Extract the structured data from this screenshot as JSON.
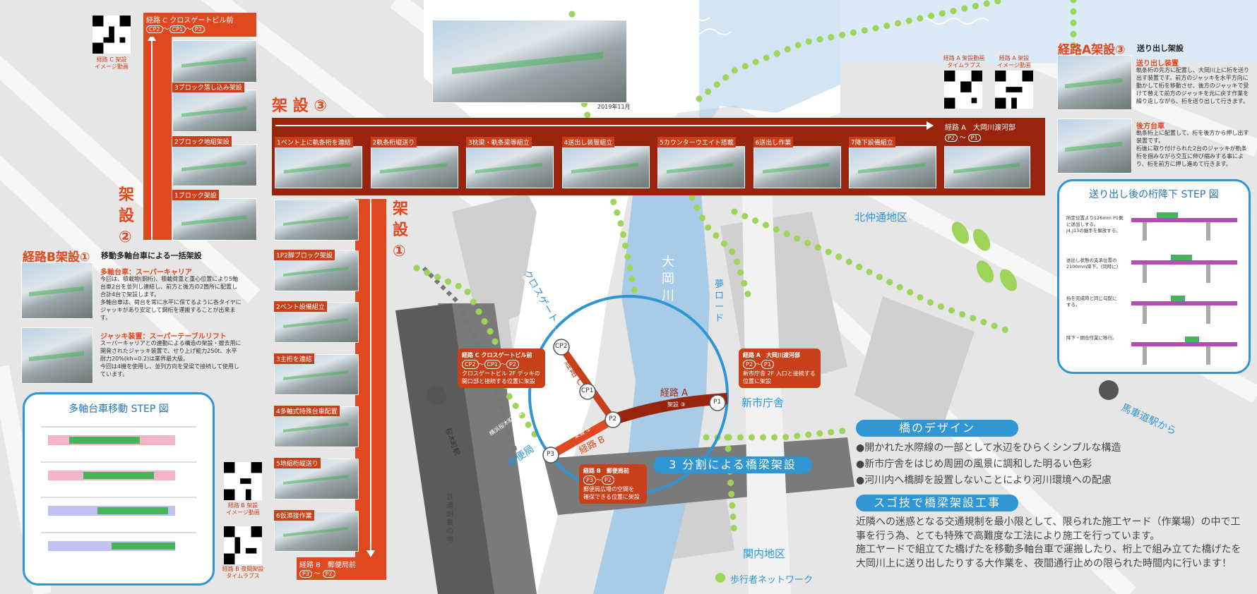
{
  "colors": {
    "river": "#a8cbe8",
    "accent_orange": "#e0481f",
    "accent_dark_red": "#98240d",
    "blue": "#2f95d3",
    "green": "#9fd45a"
  },
  "top_photo": {
    "date": "2019年11月"
  },
  "kasetsu3": {
    "title": "架 設 ③",
    "steps": [
      "1ベント上に軌条桁を連結",
      "2軌条桁縦送り",
      "3枕梁・軌条梁等組立",
      "4送出し装置組立",
      "5カウンターウエイト搭載",
      "6送出し作業",
      "7降下設備組立"
    ],
    "end_label": "経路 A　大岡川渡河部",
    "end_points": [
      "P2",
      "P1"
    ]
  },
  "kasetsu2": {
    "title": "架 設 ②",
    "route_label": "経路 C クロスゲートビル前",
    "route_points": [
      "CP2",
      "CP1",
      "P2"
    ],
    "steps": [
      "3ブロック落し込み架設",
      "2ブロック地組架設",
      "1ブロック架設"
    ],
    "qr_caption": "経路 C 架設\nイメージ動画"
  },
  "kasetsu1": {
    "title": "架 設 ①",
    "steps": [
      "1P2脚ブロック架設",
      "2ベント設備組立",
      "3主桁を連結",
      "4多軸式特殊台車配置",
      "5地組桁縦送り",
      "6仮添接作業"
    ],
    "end_label": "経路 B　郵便局前",
    "end_points": [
      "P3",
      "P2"
    ],
    "qr_caption_1": "経路 B 架設\nイメージ動画",
    "qr_caption_2": "経路 B 夜間架設\nタイムラプス"
  },
  "routeB": {
    "title": "経路B架設①",
    "subtitle": "移動多軸台車による一括架設",
    "item1_title": "多軸台車：スーパーキャリア",
    "item1_text": "今回は、積載物(鋼桁)、積載荷重と重心位置により5軸台車2台を並列し連結し、前方と後方の2箇所に配置し合計4台で架設します。\n多軸台車は、荷台を常に水平に保てるように各タイヤにジャッキがあり安定して鋼桁を運搬することが出来ます。",
    "item2_title": "ジャッキ装置：スーパーテーブルリフト",
    "item2_text": "スーパーキャリアとの連動による構造の架設・撤去用に開発されたジャッキ装置で、せり上げ能力250t、水平耐力20%(kh=0.2)は業界最大級。\n今回は4機を使用し、並列方向を受梁で接続して使用しています。",
    "step_box_title": "多軸台車移動 STEP 図"
  },
  "routeA": {
    "title": "経路A架設③",
    "subtitle": "送り出し架設",
    "qr1_caption": "経路 A 架設動画\nタイムラプス",
    "qr2_caption": "経路 A 架設\nイメージ動画",
    "dev1_title": "送り出し装置",
    "dev1_text": "軌条桁の先方に配置し、大岡川上に桁を送り出す装置です。前方のジャッキを水平方向に動かして桁を移動させ、後方のジャッキで受けて替えて前方のジャッキを元に戻す作業を繰り返しながら、桁を送り出して行きます。",
    "dev2_title": "後方台車",
    "dev2_text": "軌条桁上に配置して、桁を後方から押し出す装置です。\n桁後に取り付けられた2台のジャッキが軌条桁を掴みながら交互に伸び縮みする事により、桁を前方に押し進めて行きます。",
    "step_box_title": "送り出し後の桁降下 STEP 図",
    "step_notes": [
      "所定位置より126mm P1側に送出しする。\nJ4,J13の継手を解放する。",
      "送出し状態の支承位置の\n2100mm降下。(同時に)",
      "桁を完成時と同じ勾配に\nする。",
      "降下・閉合作業に移行。"
    ]
  },
  "map_labels": {
    "kita": "北仲通地区",
    "kannai": "関内地区",
    "river": "大岡川",
    "yume": "夢ロード",
    "shinshi": "新市庁舎",
    "yubin": "郵便局",
    "crossgate": "クロスゲート",
    "sakuragi_sta": "桜木町駅",
    "bashamichi": "馬車道駅から",
    "rail": "鉄道創業の地",
    "hotel": "横浜桜木町ワシントンホテル",
    "bashamichi_route": "横浜桜木町郵便局",
    "routeA": "経路 A",
    "routeB": "経路 B",
    "routeC": "経路 C",
    "kasetsu3": "架設 ③",
    "kasetsu1": "架設 ①",
    "kasetsu2": "架設 ②",
    "center": "3 分割による橋梁架設",
    "points": [
      "CP2",
      "CP1",
      "P2",
      "P3",
      "P1"
    ],
    "walk": "歩行者ネットワーク"
  },
  "callouts": {
    "c": {
      "title": "経路 C クロスゲートビル前",
      "points": [
        "CP2",
        "CP1",
        "P2"
      ],
      "text": "クロスゲートビル 2F デッキの\n開口部と接続する位置に架設"
    },
    "a": {
      "title": "経路 A　大岡川渡河部",
      "points": [
        "P2",
        "P1"
      ],
      "text": "新市庁舎 2F 入口と接続する\n位置に架設"
    },
    "b": {
      "title": "経路 B　郵便局前",
      "points": [
        "P3",
        "P2"
      ],
      "text": "郵便局広場の空間を\n確保できる位置に架設"
    }
  },
  "design": {
    "heading": "橋のデザイン",
    "bullets": [
      "●開かれた水際線の一部として水辺をひらくシンプルな構造",
      "●新市庁舎をはじめ周囲の風景に調和した明るい色彩",
      "●河川内へ橋脚を設置しないことにより河川環境への配慮"
    ]
  },
  "sugowaza": {
    "heading": "スゴ技で橋梁架設工事",
    "text": "近隣への迷惑となる交通規制を最小限として、限られた施工ヤード（作業場）の中で工事を行う為、とても特殊で高難度な工法により施工を行っています。\n施工ヤードで組立てた橋げたを移動多軸台車で運搬したり、桁上で組み立てた橋げたを大岡川上に送り出したりする大作業を、夜間通行止めの限られた時間内に行います！"
  }
}
